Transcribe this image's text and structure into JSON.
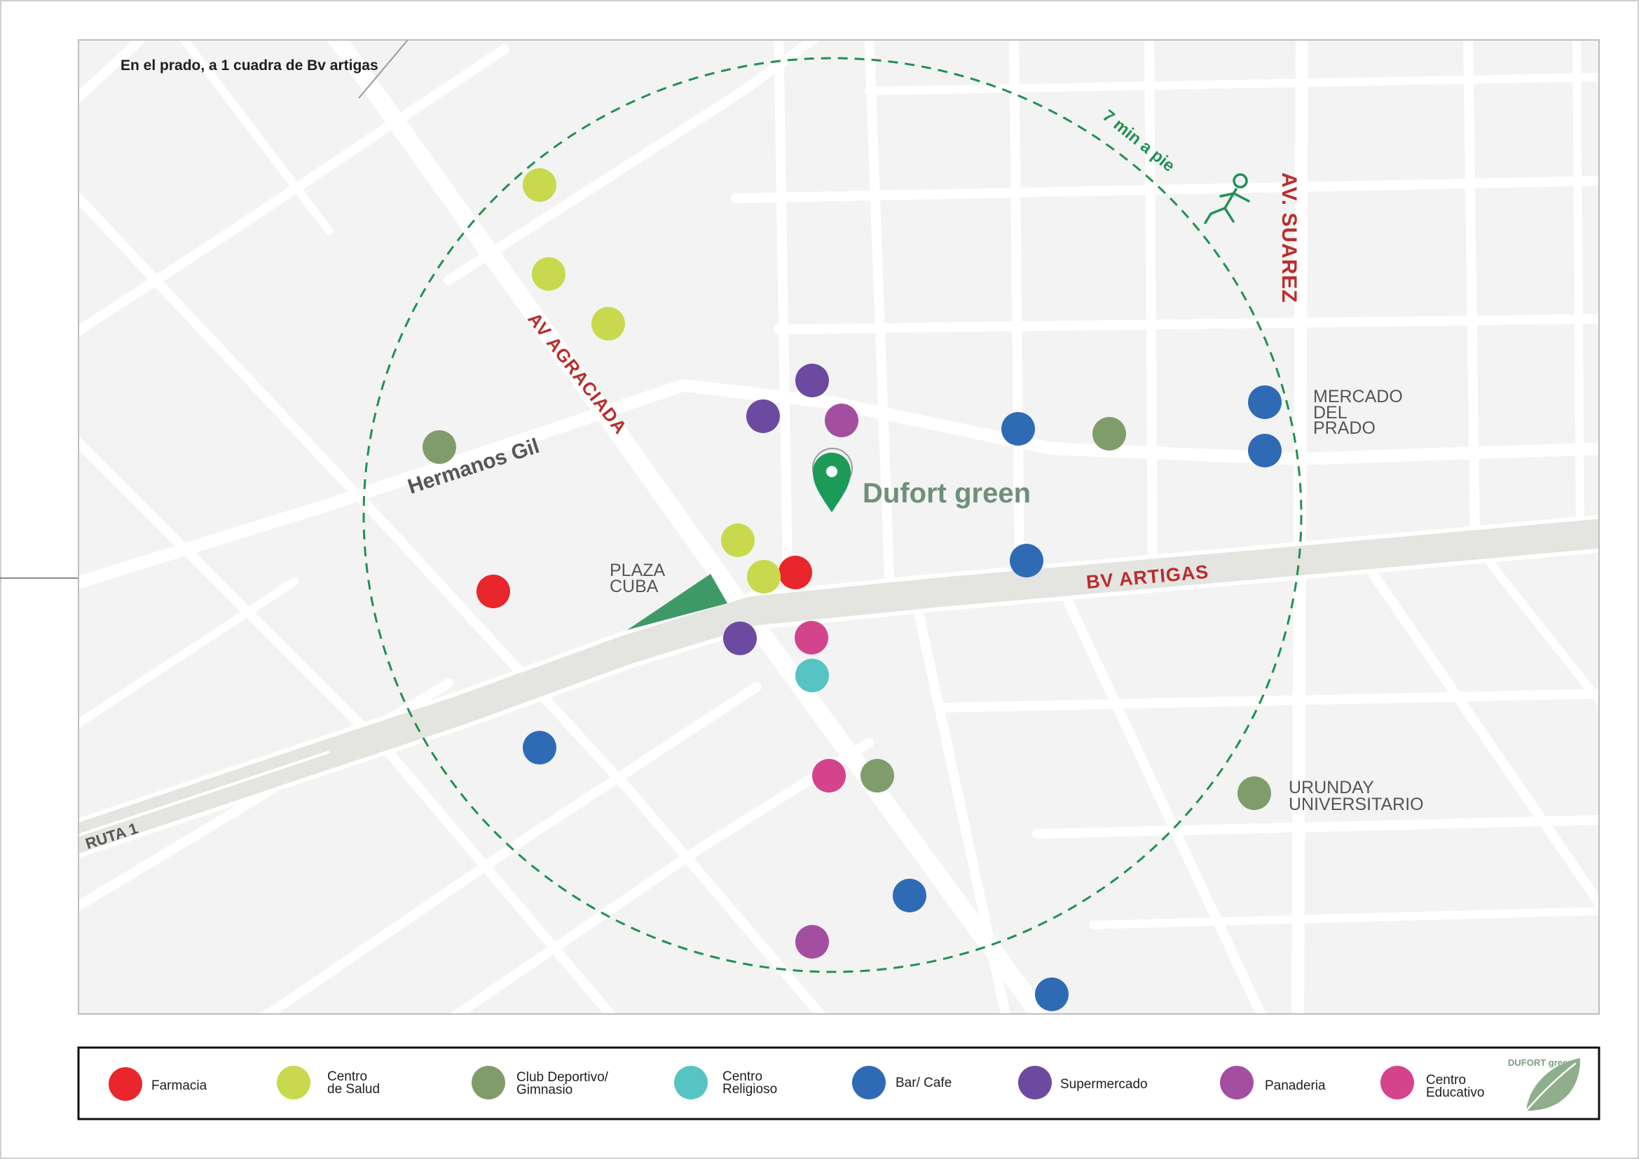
{
  "map": {
    "title": "En el prado, a 1 cuadra de Bv artigas",
    "walk_label": "7 min a pie",
    "walk_icon": "walking-person-icon",
    "property": {
      "name": "Dufort green",
      "icon": "map-pin-icon"
    },
    "streets": {
      "agraciada": "AV AGRACIADA",
      "suarez": "AV. SUAREZ",
      "artigas": "BV ARTIGAS",
      "hermanos_gil": "Hermanos Gil",
      "ruta_1": "RUTA 1"
    },
    "places": {
      "plaza_cuba": [
        "PLAZA",
        "CUBA"
      ],
      "mercado_del_prado": [
        "MERCADO",
        "DEL",
        "PRADO"
      ],
      "urunday_universitario": [
        "URUNDAY",
        "UNIVERSITARIO"
      ]
    }
  },
  "legend": {
    "farmacia": {
      "lines": [
        "Farmacia"
      ],
      "color": "#e8262b"
    },
    "centro_salud": {
      "lines": [
        "Centro",
        "de Salud"
      ],
      "color": "#c8d94d"
    },
    "club_deportivo": {
      "lines": [
        "Club Deportivo/",
        "Gimnasio"
      ],
      "color": "#7f9d6a"
    },
    "centro_religioso": {
      "lines": [
        "Centro",
        "Religioso"
      ],
      "color": "#55c4c3"
    },
    "bar_cafe": {
      "lines": [
        "Bar/ Cafe"
      ],
      "color": "#2f6bb5"
    },
    "supermercado": {
      "lines": [
        "Supermercado"
      ],
      "color": "#6c4aa0"
    },
    "panaderia": {
      "lines": [
        "Panaderia"
      ],
      "color": "#a34ea0"
    },
    "centro_educativo": {
      "lines": [
        "Centro",
        "Educativo"
      ],
      "color": "#d3448c"
    }
  },
  "logo": {
    "text": "DUFORT green",
    "icon": "leaf-icon"
  },
  "colors": {
    "walk_radius": "#1f9152",
    "street_label": "#b92d2c",
    "property_pin": "#1c9b58",
    "property_name": "#6e8f7b",
    "plaza": "#3d9a66"
  }
}
